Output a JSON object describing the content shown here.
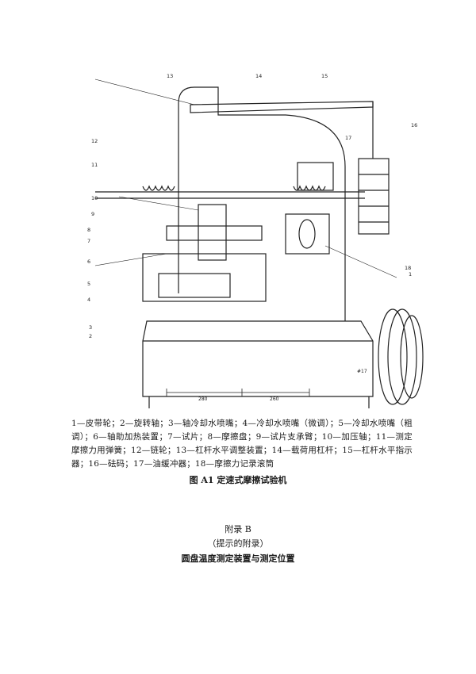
{
  "figure": {
    "part_numbers": [
      "1",
      "2",
      "3",
      "4",
      "5",
      "6",
      "7",
      "8",
      "9",
      "10",
      "11",
      "12",
      "13",
      "14",
      "15",
      "16",
      "17",
      "18"
    ],
    "dimensions": [
      "280",
      "260",
      "#17"
    ]
  },
  "caption": {
    "legend": "1—皮带轮；2—旋转轴；3—轴冷却水喷嘴；4—冷却水喷嘴（微调）；5—冷却水喷嘴（粗调）；6—轴助加热装置；7—试片；8—摩擦盘；9—试片支承臂；10—加压轴；11—测定摩擦力用弹簧；12—链轮；13—杠杆水平调整装置；14—载荷用杠杆；15—杠杆水平指示器；16—砝码；17—油缓冲器；18—摩擦力记录滚筒",
    "title": "图 A1  定速式摩擦试验机"
  },
  "appendix": {
    "title": "附录 B",
    "note": "（提示的附录）",
    "heading": "圆盘温度测定装置与测定位置"
  }
}
